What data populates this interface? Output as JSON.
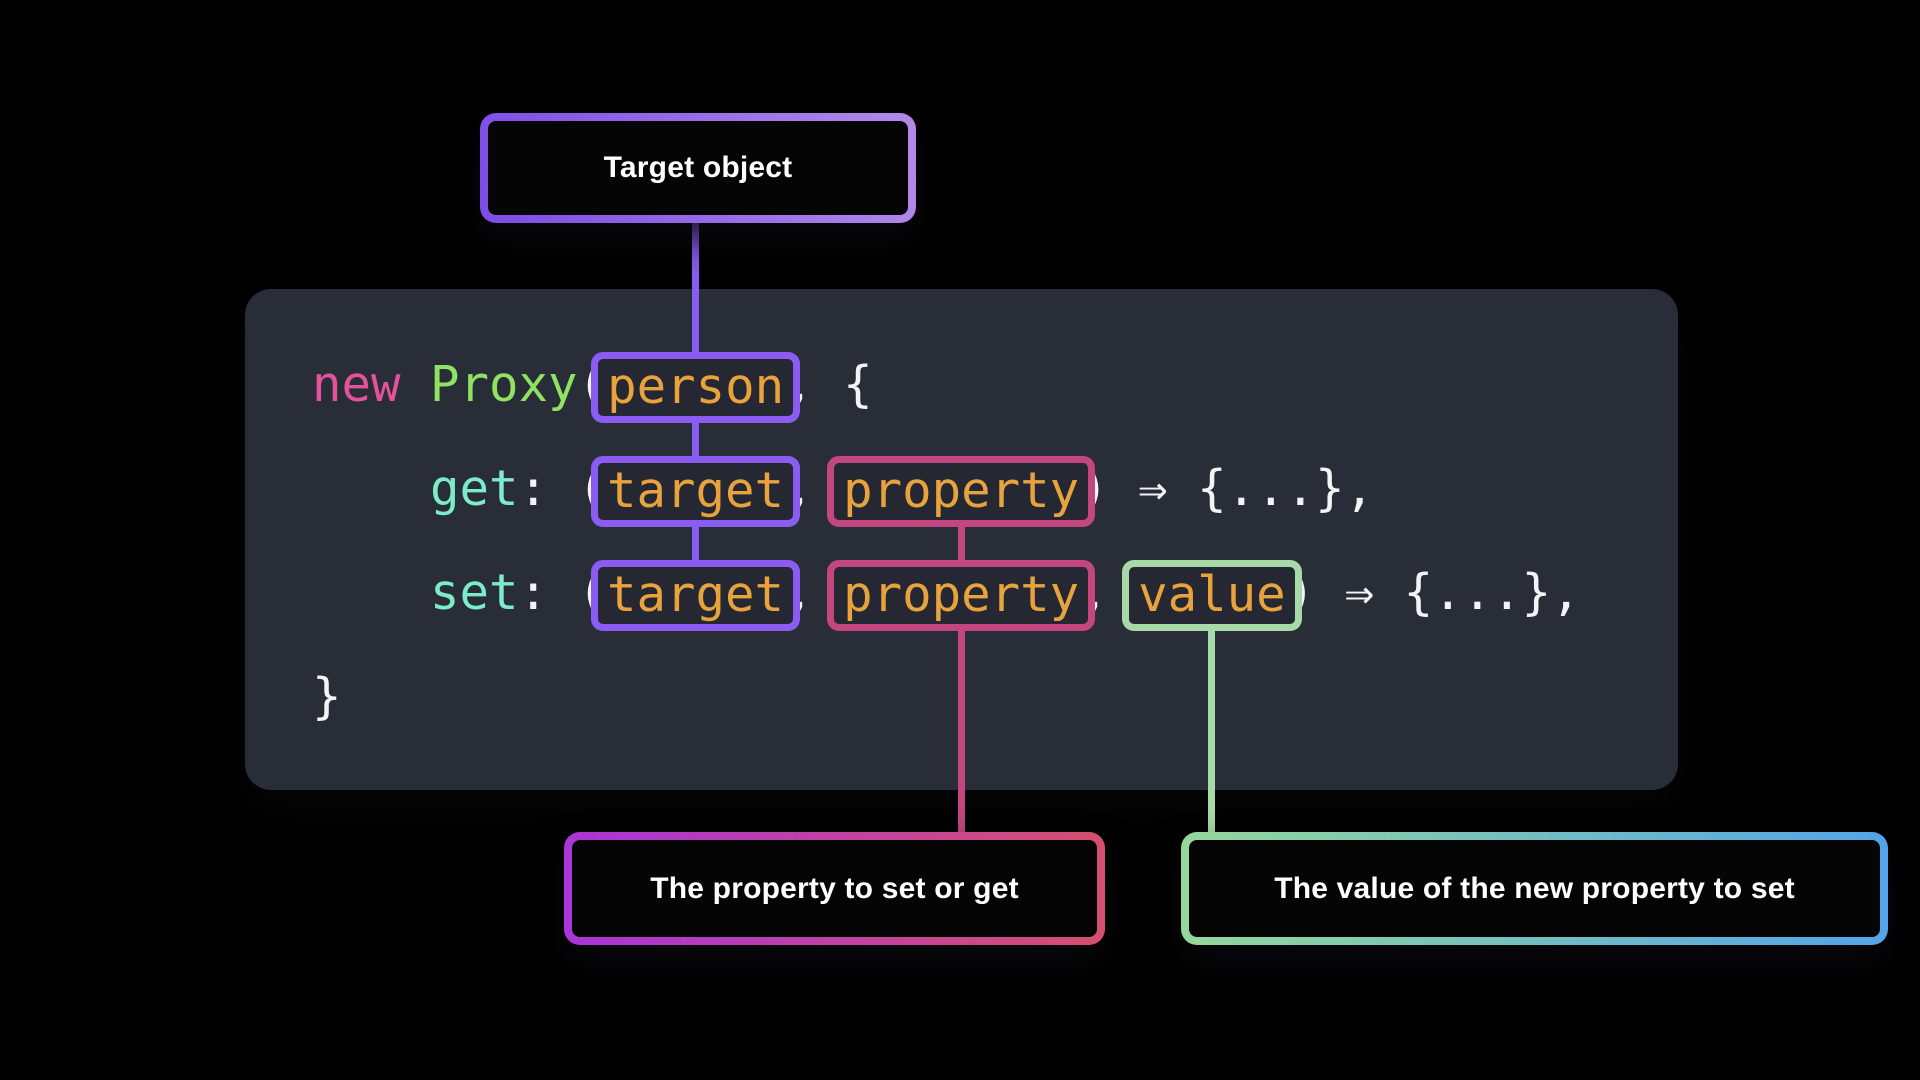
{
  "labels": {
    "target_object": "Target object",
    "property": "The property to set or get",
    "value": "The value of the new property to set"
  },
  "code": {
    "token_colors": {
      "keyword": "#e4529b",
      "class": "#8fe262",
      "accessor": "#7deac9",
      "param": "#e8a33d",
      "plain": "#f3f4f6"
    },
    "box_colors": {
      "purple": "#8b5cf2",
      "pink": "#c34680",
      "green": "#a7daa8"
    },
    "lines": [
      {
        "tokens": [
          {
            "text": "new",
            "color": "keyword"
          },
          {
            "text": " "
          },
          {
            "text": "Proxy",
            "color": "class"
          },
          {
            "text": "("
          },
          {
            "text": "person",
            "color": "param",
            "box": "purple",
            "id": "person"
          },
          {
            "text": ", {"
          }
        ]
      },
      {
        "tokens": [
          {
            "text": "    "
          },
          {
            "text": "get",
            "color": "accessor"
          },
          {
            "text": ": ("
          },
          {
            "text": "target",
            "color": "param",
            "box": "purple",
            "id": "get-target"
          },
          {
            "text": ", "
          },
          {
            "text": "property",
            "color": "param",
            "box": "pink",
            "id": "get-property"
          },
          {
            "text": ") ⇒ {...},"
          }
        ]
      },
      {
        "tokens": [
          {
            "text": "    "
          },
          {
            "text": "set",
            "color": "accessor"
          },
          {
            "text": ": ("
          },
          {
            "text": "target",
            "color": "param",
            "box": "purple",
            "id": "set-target"
          },
          {
            "text": ", "
          },
          {
            "text": "property",
            "color": "param",
            "box": "pink",
            "id": "set-property"
          },
          {
            "text": ", "
          },
          {
            "text": "value",
            "color": "param",
            "box": "green",
            "id": "set-value"
          },
          {
            "text": ") ⇒ {...},"
          }
        ]
      },
      {
        "tokens": [
          {
            "text": "}"
          }
        ]
      }
    ]
  },
  "connectors": [
    {
      "id": "target-connector",
      "color_key": "purple",
      "from": "label-target-object",
      "to": "set-target"
    },
    {
      "id": "property-connector",
      "color_key": "pink",
      "from": "get-property",
      "to": "label-property"
    },
    {
      "id": "value-connector",
      "color_key": "green",
      "from": "set-value",
      "to": "label-value"
    }
  ]
}
